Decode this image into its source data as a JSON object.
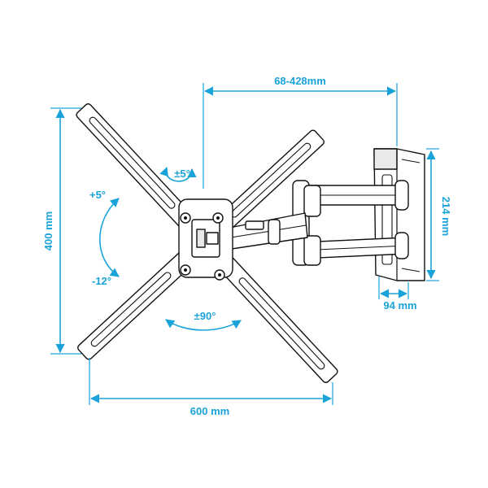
{
  "colors": {
    "dimension": "#1aa3d9",
    "line": "#111111"
  },
  "labels": {
    "arm_extension": "68-428mm",
    "height_400": "400 mm",
    "width_600": "600 mm",
    "height_214": "214 mm",
    "depth_94": "94 mm",
    "swivel": "±5°",
    "tilt_up": "+5°",
    "tilt_down": "-12°",
    "rotation": "±90°"
  }
}
